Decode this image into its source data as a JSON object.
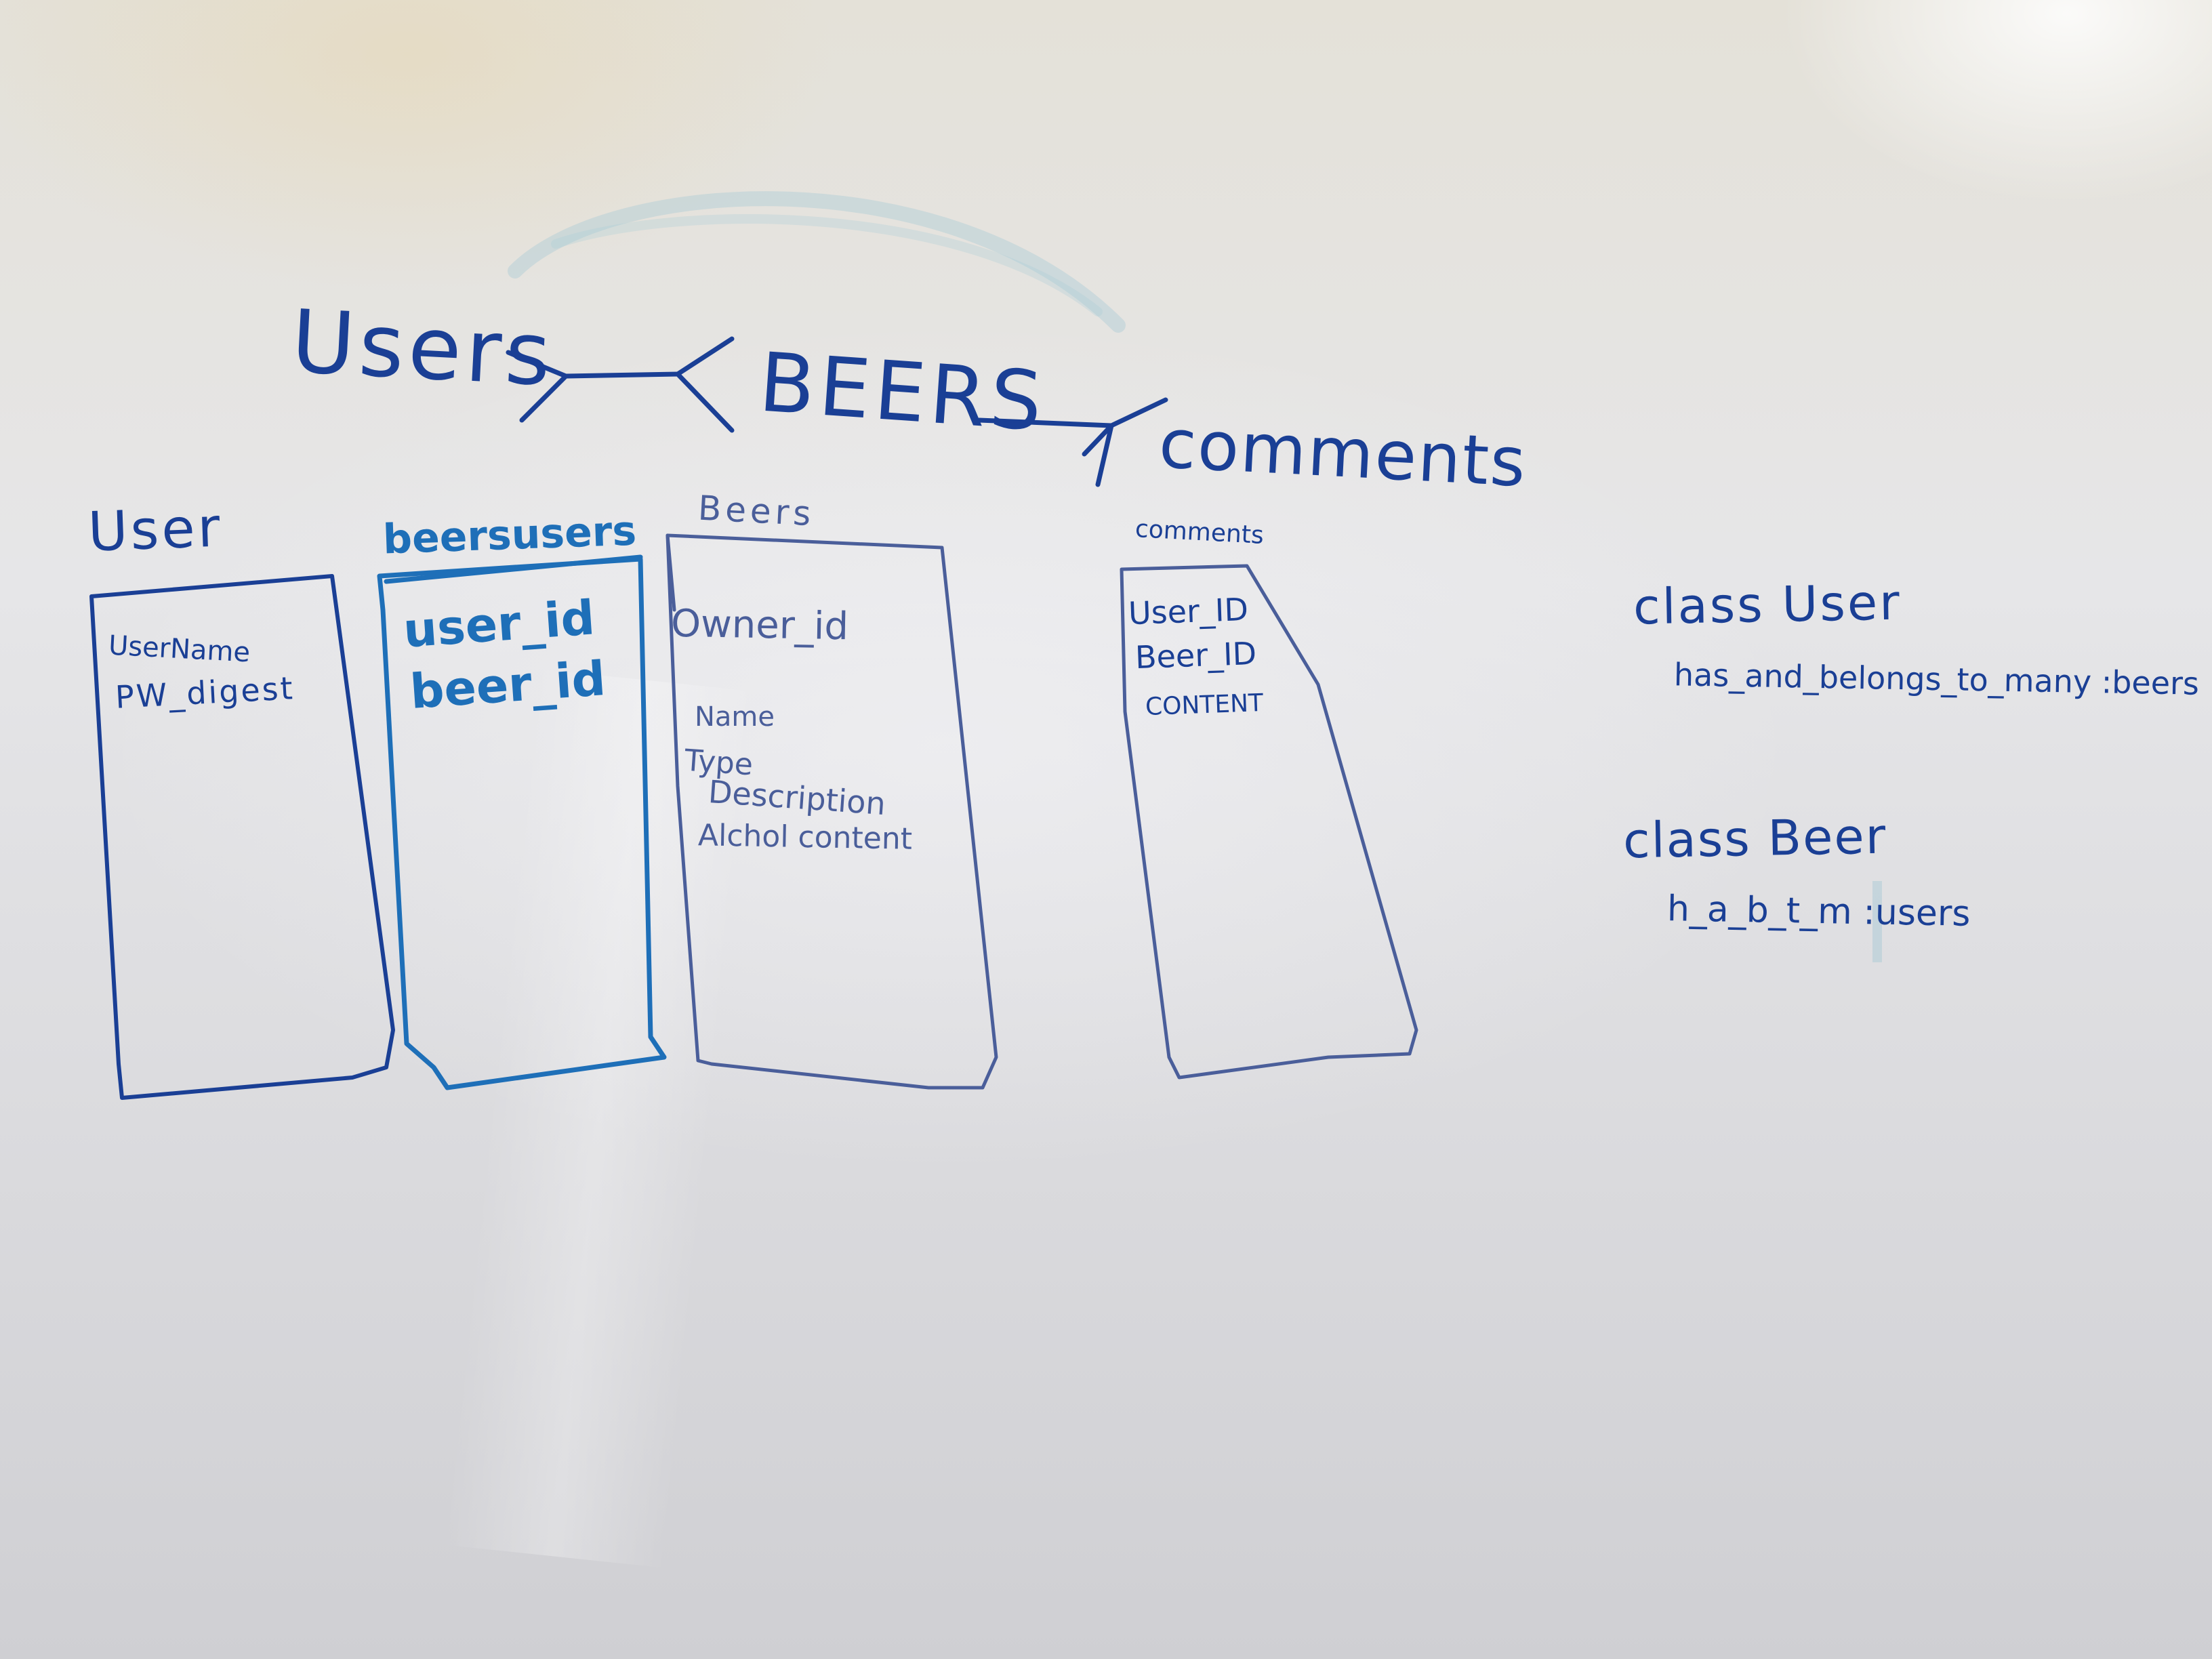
{
  "colors": {
    "ink_blue": "#1a3f95",
    "ink_cyan": "#1e6fb8",
    "ink_faint": "#4a5e9a",
    "board": "#e3e3e6"
  },
  "relationship": {
    "users": "Users",
    "beers": "BEERS",
    "comments": "comments"
  },
  "tables": {
    "user": {
      "title": "User",
      "fields": [
        "UserName",
        "PW_digest"
      ]
    },
    "beersusers": {
      "title": "beersusers",
      "fields": [
        "user_id",
        "beer_id"
      ]
    },
    "beers": {
      "title": "Beers",
      "fields": [
        "Owner_id",
        "Name",
        "Type",
        "Description",
        "Alchol content"
      ]
    },
    "comments": {
      "title": "comments",
      "fields": [
        "User_ID",
        "Beer_ID",
        "CONTENT"
      ]
    }
  },
  "classes": {
    "user_class": "class User",
    "user_assoc": "has_and_belongs_to_many :beers",
    "beer_class": "class Beer",
    "beer_assoc": "h_a_b_t_m :users"
  }
}
